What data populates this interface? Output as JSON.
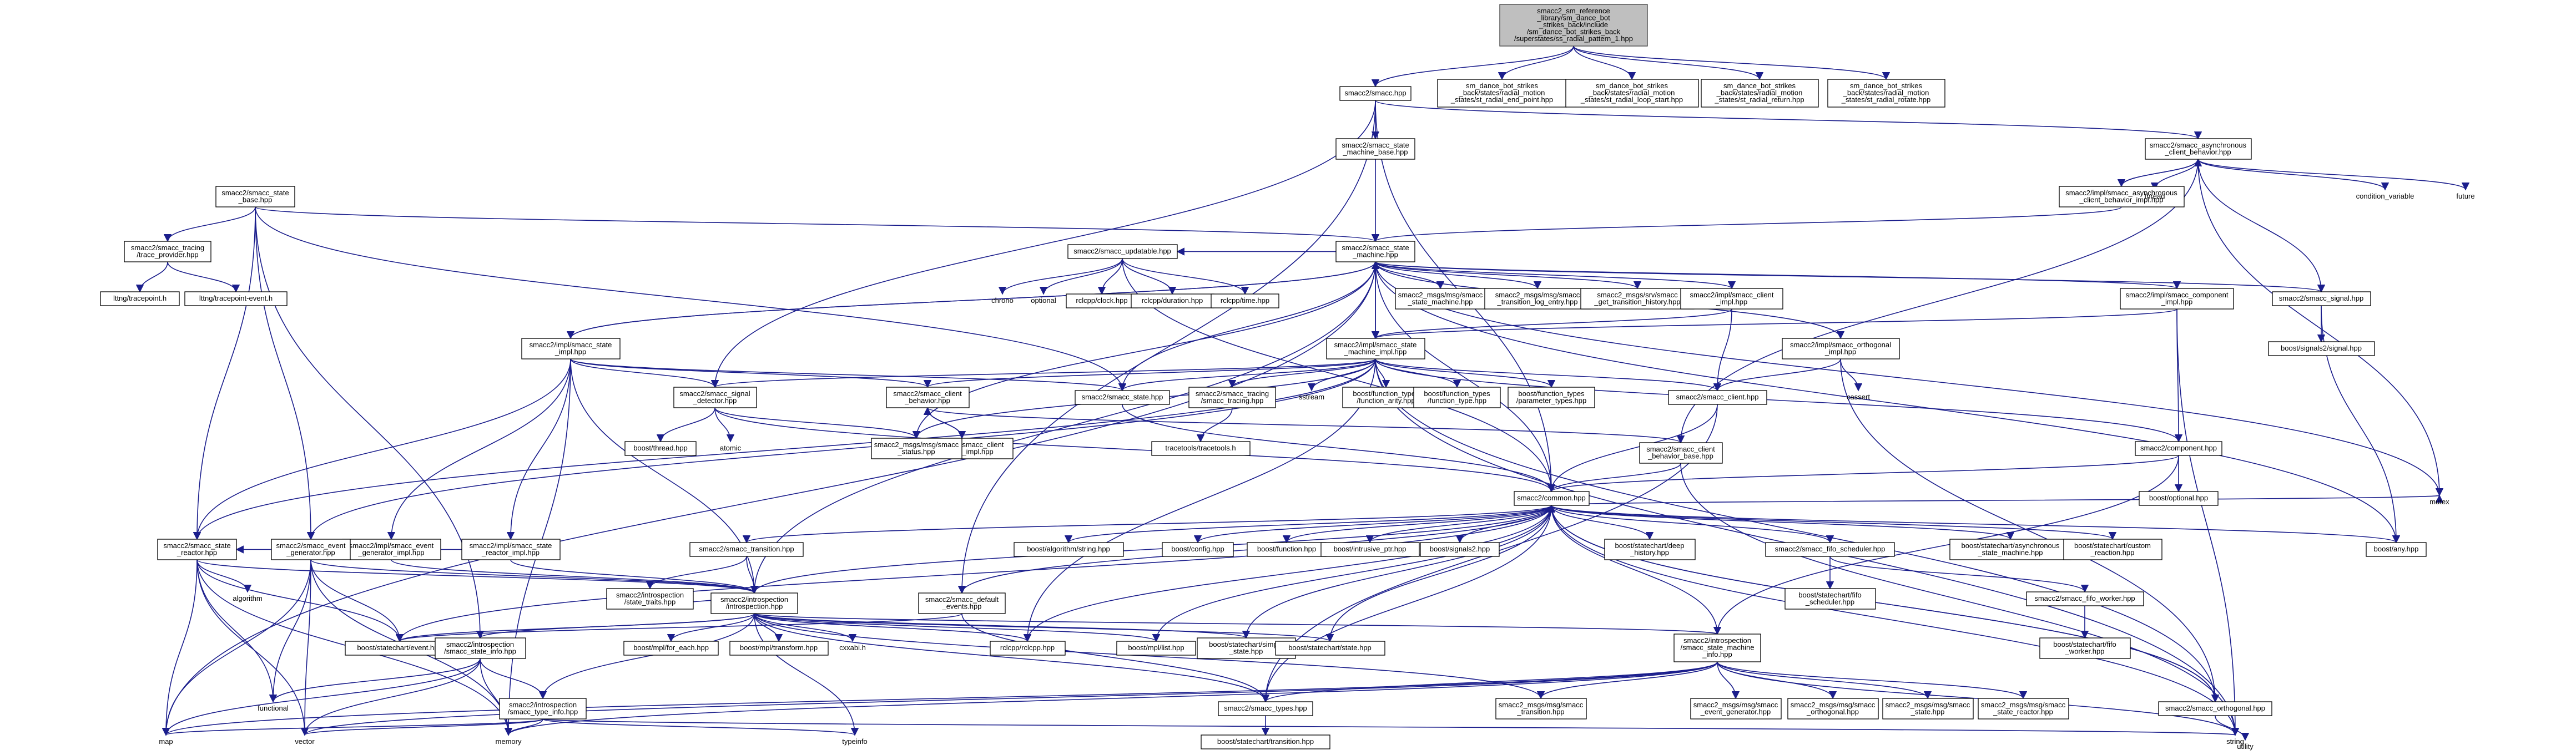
{
  "diagram": {
    "type": "include-dependency-graph",
    "nodes": {
      "root": [
        "smacc2_sm_reference",
        "_library/sm_dance_bot",
        "_strikes_back/include",
        "/sm_dance_bot_strikes_back",
        "/superstates/ss_radial_pattern_1.hpp"
      ],
      "smacc_hpp": [
        "smacc2/smacc.hpp"
      ],
      "st_radial_end": [
        "sm_dance_bot_strikes",
        "_back/states/radial_motion",
        "_states/st_radial_end_point.hpp"
      ],
      "st_radial_loop": [
        "sm_dance_bot_strikes",
        "_back/states/radial_motion",
        "_states/st_radial_loop_start.hpp"
      ],
      "st_radial_return": [
        "sm_dance_bot_strikes",
        "_back/states/radial_motion",
        "_states/st_radial_return.hpp"
      ],
      "st_radial_rotate": [
        "sm_dance_bot_strikes",
        "_back/states/radial_motion",
        "_states/st_radial_rotate.hpp"
      ],
      "async_client_behavior": [
        "smacc2/smacc_asynchronous",
        "_client_behavior.hpp"
      ],
      "sm_base": [
        "smacc2/smacc_state",
        "_machine_base.hpp"
      ],
      "async_cb_impl": [
        "smacc2/impl/smacc_asynchronous",
        "_client_behavior_impl.hpp"
      ],
      "thread": [
        "thread"
      ],
      "condition_variable": [
        "condition_variable"
      ],
      "future": [
        "future"
      ],
      "state_base": [
        "smacc2/smacc_state",
        "_base.hpp"
      ],
      "trace_provider": [
        "smacc2/smacc_tracing",
        "/trace_provider.hpp"
      ],
      "lttng_tracepoint": [
        "lttng/tracepoint.h"
      ],
      "lttng_tracepoint_event": [
        "lttng/tracepoint-event.h"
      ],
      "state_machine": [
        "smacc2/smacc_state",
        "_machine.hpp"
      ],
      "updatable": [
        "smacc2/smacc_updatable.hpp"
      ],
      "chrono": [
        "chrono"
      ],
      "optional": [
        "optional"
      ],
      "rclcpp_clock": [
        "rclcpp/clock.hpp"
      ],
      "rclcpp_duration": [
        "rclcpp/duration.hpp"
      ],
      "rclcpp_time": [
        "rclcpp/time.hpp"
      ],
      "msg_sm": [
        "smacc2_msgs/msg/smacc",
        "_state_machine.hpp"
      ],
      "msg_log": [
        "smacc2_msgs/msg/smacc",
        "_transition_log_entry.hpp"
      ],
      "srv_history": [
        "smacc2_msgs/srv/smacc",
        "_get_transition_history.hpp"
      ],
      "client_impl": [
        "smacc2/impl/smacc_client",
        "_impl.hpp"
      ],
      "component_impl": [
        "smacc2/impl/smacc_component",
        "_impl.hpp"
      ],
      "signal": [
        "smacc2/smacc_signal.hpp"
      ],
      "boost_signals2_signal": [
        "boost/signals2/signal.hpp"
      ],
      "mutex": [
        "mutex"
      ],
      "state_impl": [
        "smacc2/impl/smacc_state",
        "_impl.hpp"
      ],
      "sm_impl": [
        "smacc2/impl/smacc_state",
        "_machine_impl.hpp"
      ],
      "orthogonal_impl": [
        "smacc2/impl/smacc_orthogonal",
        "_impl.hpp"
      ],
      "cassert": [
        "cassert"
      ],
      "signal_detector": [
        "smacc2/smacc_signal",
        "_detector.hpp"
      ],
      "client_behavior": [
        "smacc2/smacc_client",
        "_behavior.hpp"
      ],
      "cb_impl": [
        "smacc2/impl/smacc_client",
        "_behavior_impl.hpp"
      ],
      "state": [
        "smacc2/smacc_state.hpp"
      ],
      "tracing": [
        "smacc2/smacc_tracing",
        "/smacc_tracing.hpp"
      ],
      "sstream": [
        "sstream"
      ],
      "bf_arity": [
        "boost/function_types",
        "/function_arity.hpp"
      ],
      "bf_type": [
        "boost/function_types",
        "/function_type.hpp"
      ],
      "bf_params": [
        "boost/function_types",
        "/parameter_types.hpp"
      ],
      "client": [
        "smacc2/smacc_client.hpp"
      ],
      "boost_thread": [
        "boost/thread.hpp"
      ],
      "atomic": [
        "atomic"
      ],
      "msg_status": [
        "smacc2_msgs/msg/smacc",
        "_status.hpp"
      ],
      "tracetools": [
        "tracetools/tracetools.h"
      ],
      "cb_base": [
        "smacc2/smacc_client",
        "_behavior_base.hpp"
      ],
      "component": [
        "smacc2/component.hpp"
      ],
      "boost_optional": [
        "boost/optional.hpp"
      ],
      "common": [
        "smacc2/common.hpp"
      ],
      "event_gen_impl": [
        "smacc2/impl/smacc_event",
        "_generator_impl.hpp"
      ],
      "reactor_impl": [
        "smacc2/impl/smacc_state",
        "_reactor_impl.hpp"
      ],
      "transition": [
        "smacc2/smacc_transition.hpp"
      ],
      "state_reactor": [
        "smacc2/smacc_state",
        "_reactor.hpp"
      ],
      "event_generator": [
        "smacc2/smacc_event",
        "_generator.hpp"
      ],
      "algorithm": [
        "algorithm"
      ],
      "introspection": [
        "smacc2/introspection",
        "/introspection.hpp"
      ],
      "state_traits": [
        "smacc2/introspection",
        "/state_traits.hpp"
      ],
      "default_events": [
        "smacc2/smacc_default",
        "_events.hpp"
      ],
      "algo_string": [
        "boost/algorithm/string.hpp"
      ],
      "boost_config": [
        "boost/config.hpp"
      ],
      "boost_function": [
        "boost/function.hpp"
      ],
      "intrusive_ptr": [
        "boost/intrusive_ptr.hpp"
      ],
      "boost_signals2": [
        "boost/signals2.hpp"
      ],
      "deep_history": [
        "boost/statechart/deep",
        "_history.hpp"
      ],
      "fifo_scheduler": [
        "smacc2/smacc_fifo_scheduler.hpp"
      ],
      "async_sm": [
        "boost/statechart/asynchronous",
        "_state_machine.hpp"
      ],
      "custom_reaction": [
        "boost/statechart/custom",
        "_reaction.hpp"
      ],
      "boost_any": [
        "boost/any.hpp"
      ],
      "sc_fifo_scheduler": [
        "boost/statechart/fifo",
        "_scheduler.hpp"
      ],
      "fifo_worker": [
        "smacc2/smacc_fifo_worker.hpp"
      ],
      "sc_fifo_worker": [
        "boost/statechart/fifo",
        "_worker.hpp"
      ],
      "sc_event": [
        "boost/statechart/event.hpp"
      ],
      "state_info": [
        "smacc2/introspection",
        "/smacc_state_info.hpp"
      ],
      "mpl_for_each": [
        "boost/mpl/for_each.hpp"
      ],
      "mpl_transform": [
        "boost/mpl/transform.hpp"
      ],
      "cxxabi": [
        "cxxabi.h"
      ],
      "rclcpp": [
        "rclcpp/rclcpp.hpp"
      ],
      "mpl_list": [
        "boost/mpl/list.hpp"
      ],
      "simple_state": [
        "boost/statechart/simple",
        "_state.hpp"
      ],
      "sc_state": [
        "boost/statechart/state.hpp"
      ],
      "sm_info": [
        "smacc2/introspection",
        "/smacc_state_machine",
        "_info.hpp"
      ],
      "functional": [
        "functional"
      ],
      "type_info": [
        "smacc2/introspection",
        "/smacc_type_info.hpp"
      ],
      "smacc_types": [
        "smacc2/smacc_types.hpp"
      ],
      "msg_transition": [
        "smacc2_msgs/msg/smacc",
        "_transition.hpp"
      ],
      "msg_event_gen": [
        "smacc2_msgs/msg/smacc",
        "_event_generator.hpp"
      ],
      "msg_orthogonal": [
        "smacc2_msgs/msg/smacc",
        "_orthogonal.hpp"
      ],
      "msg_state": [
        "smacc2_msgs/msg/smacc",
        "_state.hpp"
      ],
      "msg_reactor": [
        "smacc2_msgs/msg/smacc",
        "_state_reactor.hpp"
      ],
      "orthogonal": [
        "smacc2/smacc_orthogonal.hpp"
      ],
      "map": [
        "map"
      ],
      "vector": [
        "vector"
      ],
      "memory": [
        "memory"
      ],
      "typeinfo": [
        "typeinfo"
      ],
      "sc_transition": [
        "boost/statechart/transition.hpp"
      ],
      "string": [
        "string"
      ],
      "utility": [
        "utility"
      ]
    }
  }
}
